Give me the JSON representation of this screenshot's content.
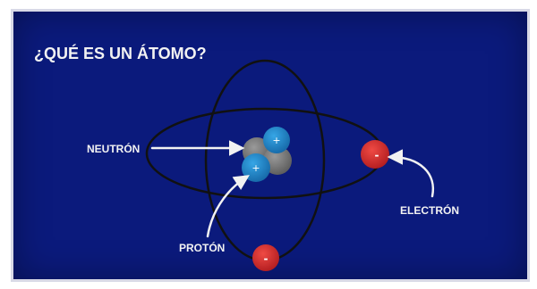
{
  "title": "¿QUÉ ES UN ÁTOMO?",
  "labels": {
    "neutron": "NEUTRÓN",
    "proton": "PROTÓN",
    "electron": "ELECTRÓN"
  },
  "charges": {
    "proton": "+",
    "electron": "-"
  },
  "colors": {
    "board": "#0b1a7c",
    "frame": "#d8d9e6",
    "proton": "#1e86c8",
    "neutron": "#808080",
    "electron": "#d2262a",
    "orbit": "#111111",
    "text": "#f2f2f2"
  }
}
